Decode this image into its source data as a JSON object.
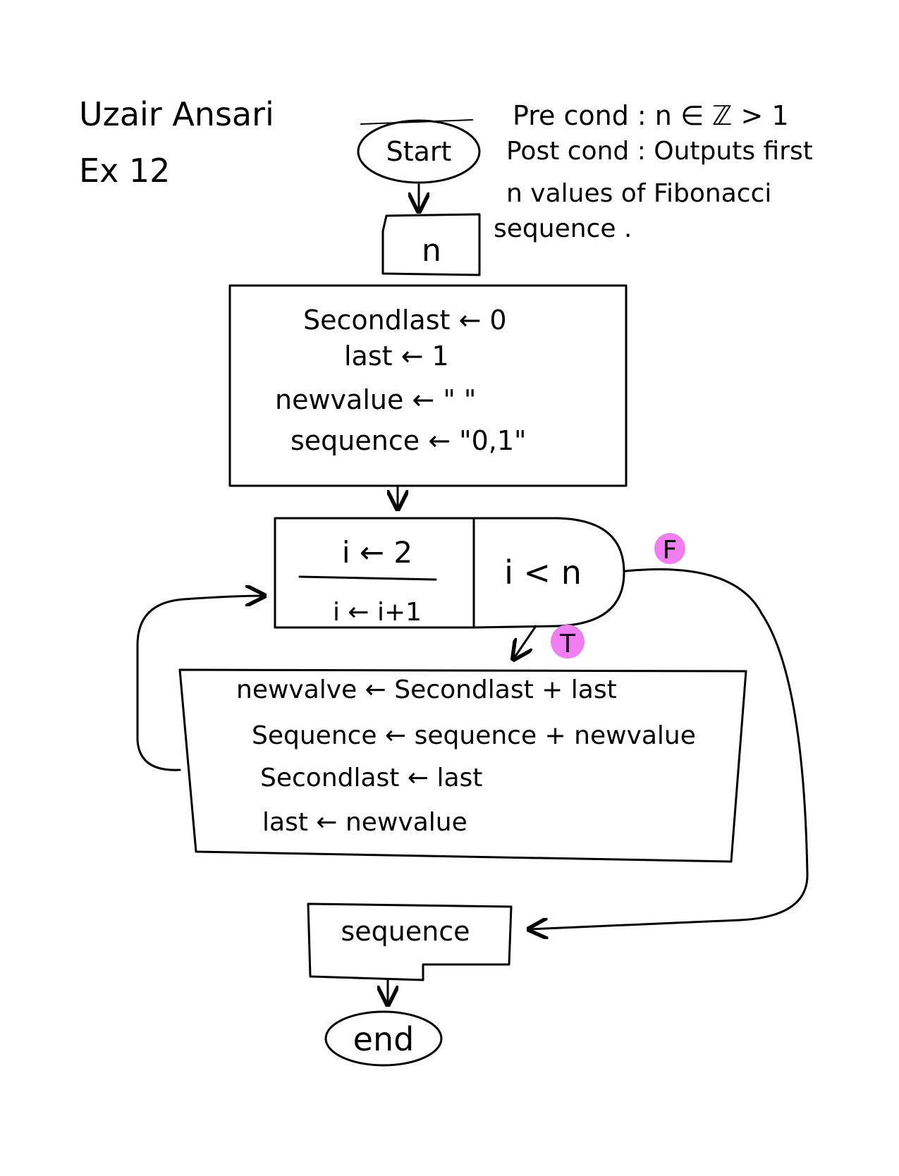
{
  "header": {
    "author": "Uzair Ansari",
    "exercise": "Ex 12"
  },
  "conditions": {
    "pre": "Pre cond : n ∈ ℤ > 1",
    "post_line1": "Post cond : Outputs first",
    "post_line2": "n values of Fibonacci",
    "post_line3": "sequence ."
  },
  "flow": {
    "start": "Start",
    "input": "n",
    "init": [
      "Secondlast ← 0",
      "last ← 1",
      "newvalue ← \" \"",
      "sequence ← \"0,1\""
    ],
    "loop_init": "i ← 2",
    "loop_step": "i ← i+1",
    "loop_cond": "i < n",
    "true_label": "T",
    "false_label": "F",
    "body": [
      "newvalve ← Secondlast + last",
      "Sequence ← sequence + newvalue",
      "Secondlast ← last",
      "last ← newvalue"
    ],
    "output": "sequence",
    "end": "end"
  },
  "colors": {
    "ink": "#000000",
    "highlight": "#f07ef0",
    "background": "#ffffff"
  }
}
